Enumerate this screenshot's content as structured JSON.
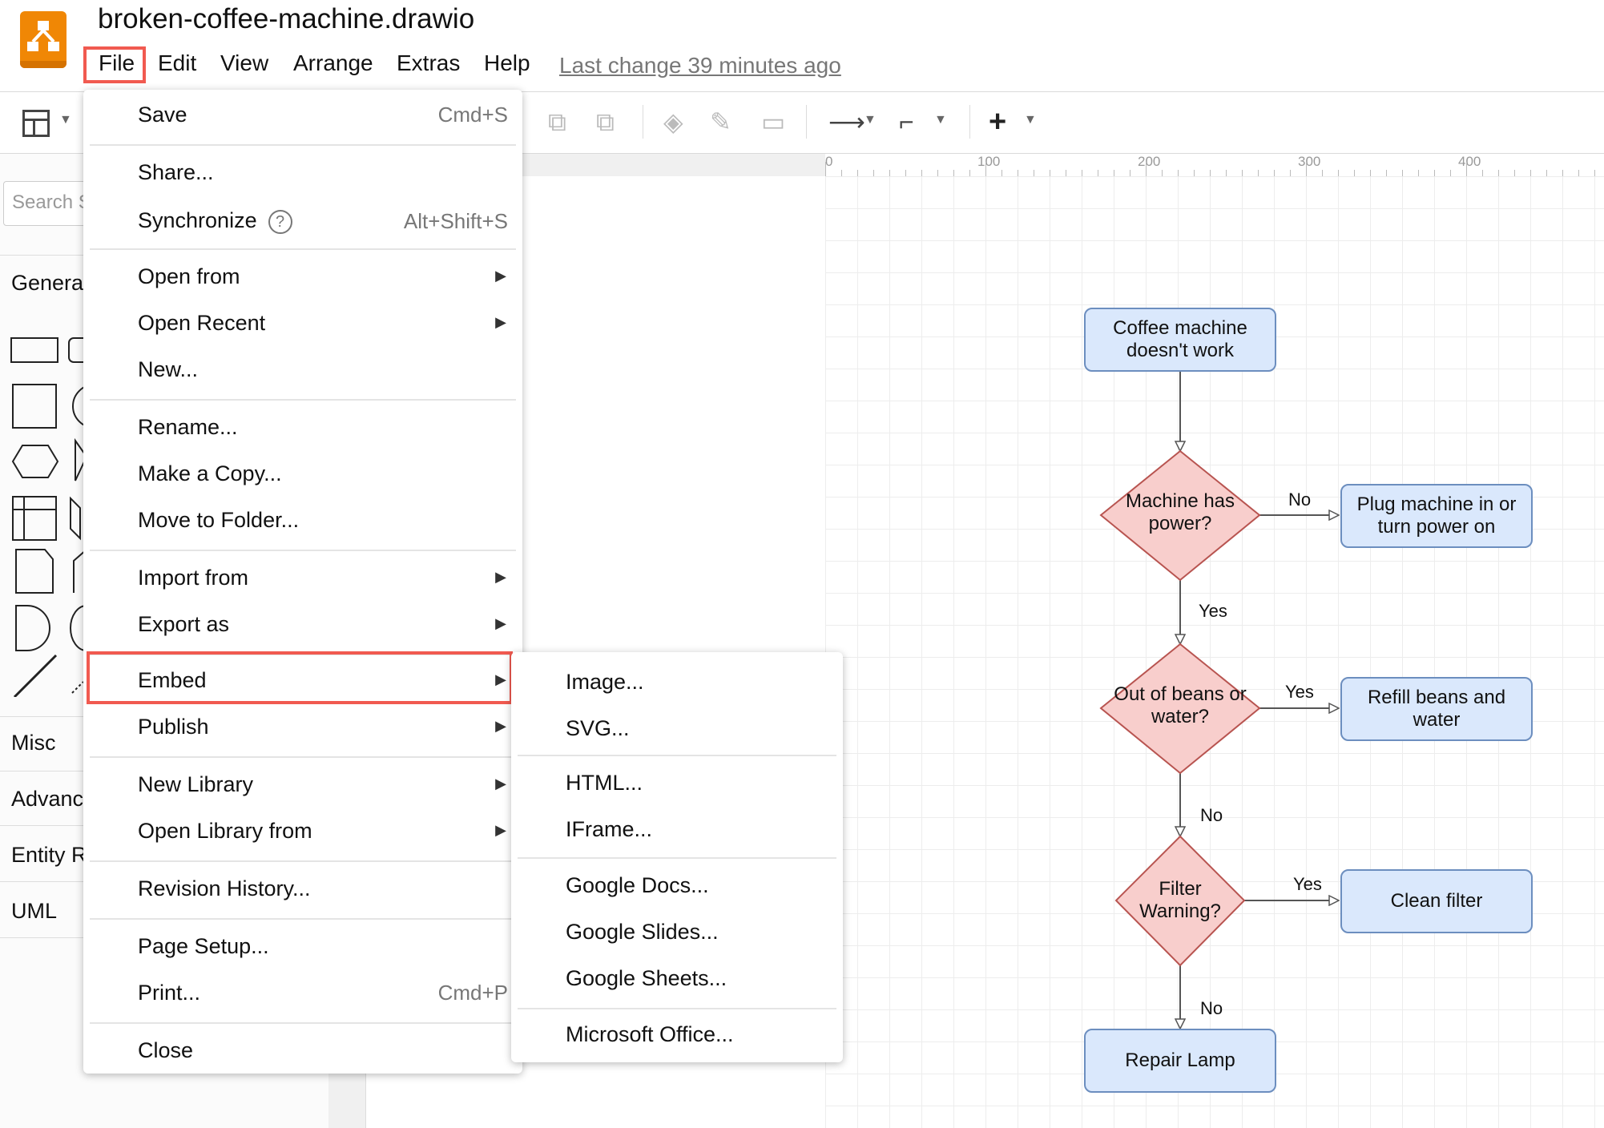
{
  "app": {
    "doc_title": "broken-coffee-machine.drawio",
    "last_change": "Last change 39 minutes ago"
  },
  "menubar": [
    "File",
    "Edit",
    "View",
    "Arrange",
    "Extras",
    "Help"
  ],
  "sidebar": {
    "search_placeholder": "Search Shapes",
    "sections": [
      "General",
      "Misc",
      "Advanced",
      "Entity Relation",
      "UML"
    ]
  },
  "ruler": [
    "0",
    "100",
    "200",
    "300",
    "400"
  ],
  "file_menu": {
    "items": [
      {
        "label": "Save",
        "shortcut": "Cmd+S"
      },
      {
        "label": "Share..."
      },
      {
        "label": "Synchronize",
        "shortcut": "Alt+Shift+S"
      },
      {
        "label": "Open from"
      },
      {
        "label": "Open Recent"
      },
      {
        "label": "New..."
      },
      {
        "label": "Rename..."
      },
      {
        "label": "Make a Copy..."
      },
      {
        "label": "Move to Folder..."
      },
      {
        "label": "Import from"
      },
      {
        "label": "Export as"
      },
      {
        "label": "Embed"
      },
      {
        "label": "Publish"
      },
      {
        "label": "New Library"
      },
      {
        "label": "Open Library from"
      },
      {
        "label": "Revision History..."
      },
      {
        "label": "Page Setup..."
      },
      {
        "label": "Print...",
        "shortcut": "Cmd+P"
      },
      {
        "label": "Close"
      }
    ]
  },
  "embed_menu": [
    "Image...",
    "SVG...",
    "HTML...",
    "IFrame...",
    "Google Docs...",
    "Google Slides...",
    "Google Sheets...",
    "Microsoft Office..."
  ],
  "flowchart": {
    "start": "Coffee machine doesn't work",
    "d1": "Machine has power?",
    "a1": "Plug machine in or turn power on",
    "d2": "Out of beans or water?",
    "a2": "Refill beans and water",
    "d3": "Filter Warning?",
    "a3": "Clean filter",
    "end": "Repair Lamp",
    "labels": {
      "no1": "No",
      "yes1": "Yes",
      "yes2": "Yes",
      "no2": "No",
      "yes3": "Yes",
      "no3": "No"
    }
  },
  "colors": {
    "accent": "#f08705",
    "highlight": "#f15a50",
    "process_fill": "#dae8fc",
    "process_stroke": "#6c8ebf",
    "decision_fill": "#f8cecc",
    "decision_stroke": "#b85450"
  }
}
